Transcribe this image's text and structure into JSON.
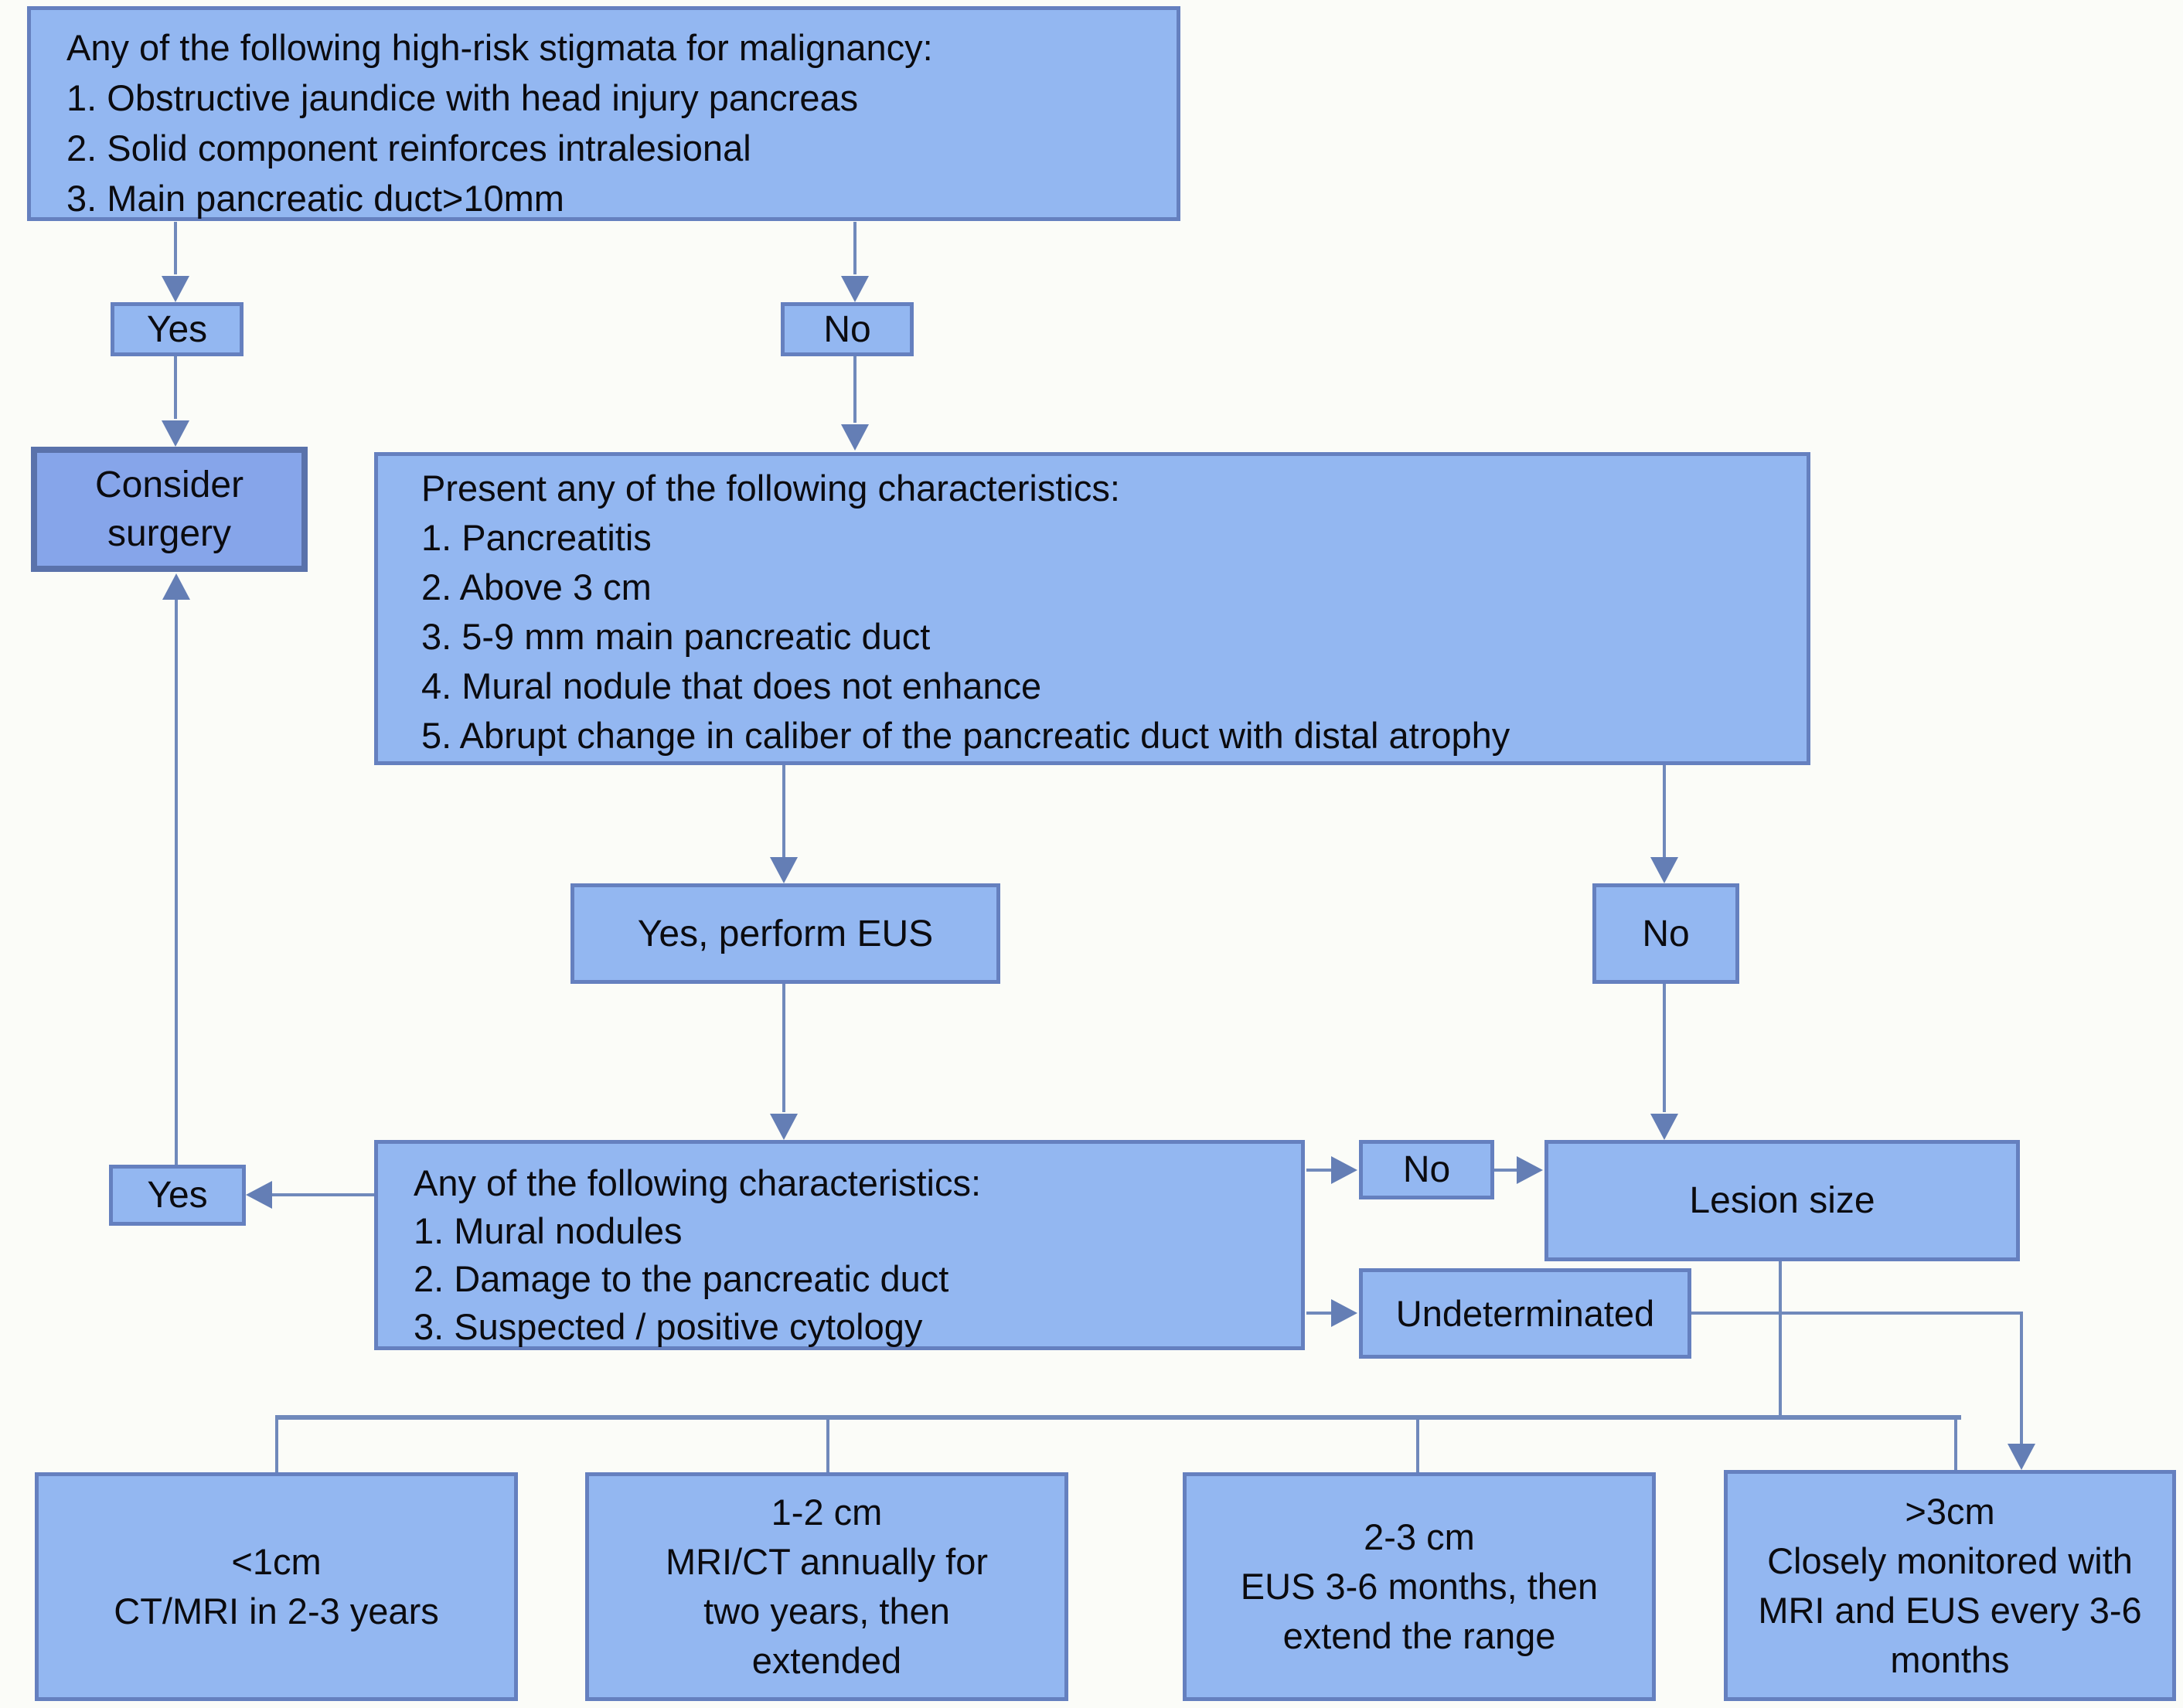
{
  "diagram": {
    "type": "flowchart",
    "colors": {
      "box_fill": "#93b7f1",
      "box_border": "#6580bf",
      "emphasis_fill": "#86a5ea",
      "emphasis_border": "#5a72ab",
      "connector": "#7089bb",
      "arrow": "#647eb5",
      "text": "#0b0b0f",
      "bg": "#fbfcf8"
    },
    "nodes": {
      "high_risk": {
        "lines": [
          "Any of the following high-risk stigmata for malignancy:",
          "1. Obstructive jaundice with head injury pancreas",
          "2. Solid component reinforces intralesional",
          "3. Main pancreatic duct>10mm"
        ]
      },
      "yes_top": {
        "label": "Yes"
      },
      "no_top": {
        "label": "No"
      },
      "consider_surgery": {
        "lines": [
          "Consider",
          "surgery"
        ]
      },
      "present_characteristics": {
        "lines": [
          "Present any of the following characteristics:",
          "1. Pancreatitis",
          "2. Above 3 cm",
          "3. 5-9 mm main pancreatic duct",
          "4. Mural nodule that does not enhance",
          "5. Abrupt change in caliber of the pancreatic duct with distal atrophy"
        ]
      },
      "yes_perform_eus": {
        "label": "Yes, perform EUS"
      },
      "no_after_present": {
        "label": "No"
      },
      "yes_eus_findings": {
        "label": "Yes"
      },
      "eus_characteristics": {
        "lines": [
          "Any of the following characteristics:",
          "1. Mural nodules",
          "2. Damage to the pancreatic duct",
          "3. Suspected / positive cytology"
        ]
      },
      "no_eus_findings": {
        "label": "No"
      },
      "lesion_size": {
        "label": "Lesion size"
      },
      "undeterminated": {
        "label": "Undeterminated"
      },
      "size_lt_1cm": {
        "lines": [
          "<1cm",
          "CT/MRI in 2-3 years"
        ]
      },
      "size_1_2cm": {
        "lines": [
          "1-2 cm",
          "MRI/CT annually for",
          "two years, then",
          "extended"
        ]
      },
      "size_2_3cm": {
        "lines": [
          "2-3 cm",
          "EUS 3-6 months, then",
          "extend the range"
        ]
      },
      "size_gt_3cm": {
        "lines": [
          ">3cm",
          "Closely monitored with",
          "MRI and EUS every 3-6",
          "months"
        ]
      }
    }
  }
}
